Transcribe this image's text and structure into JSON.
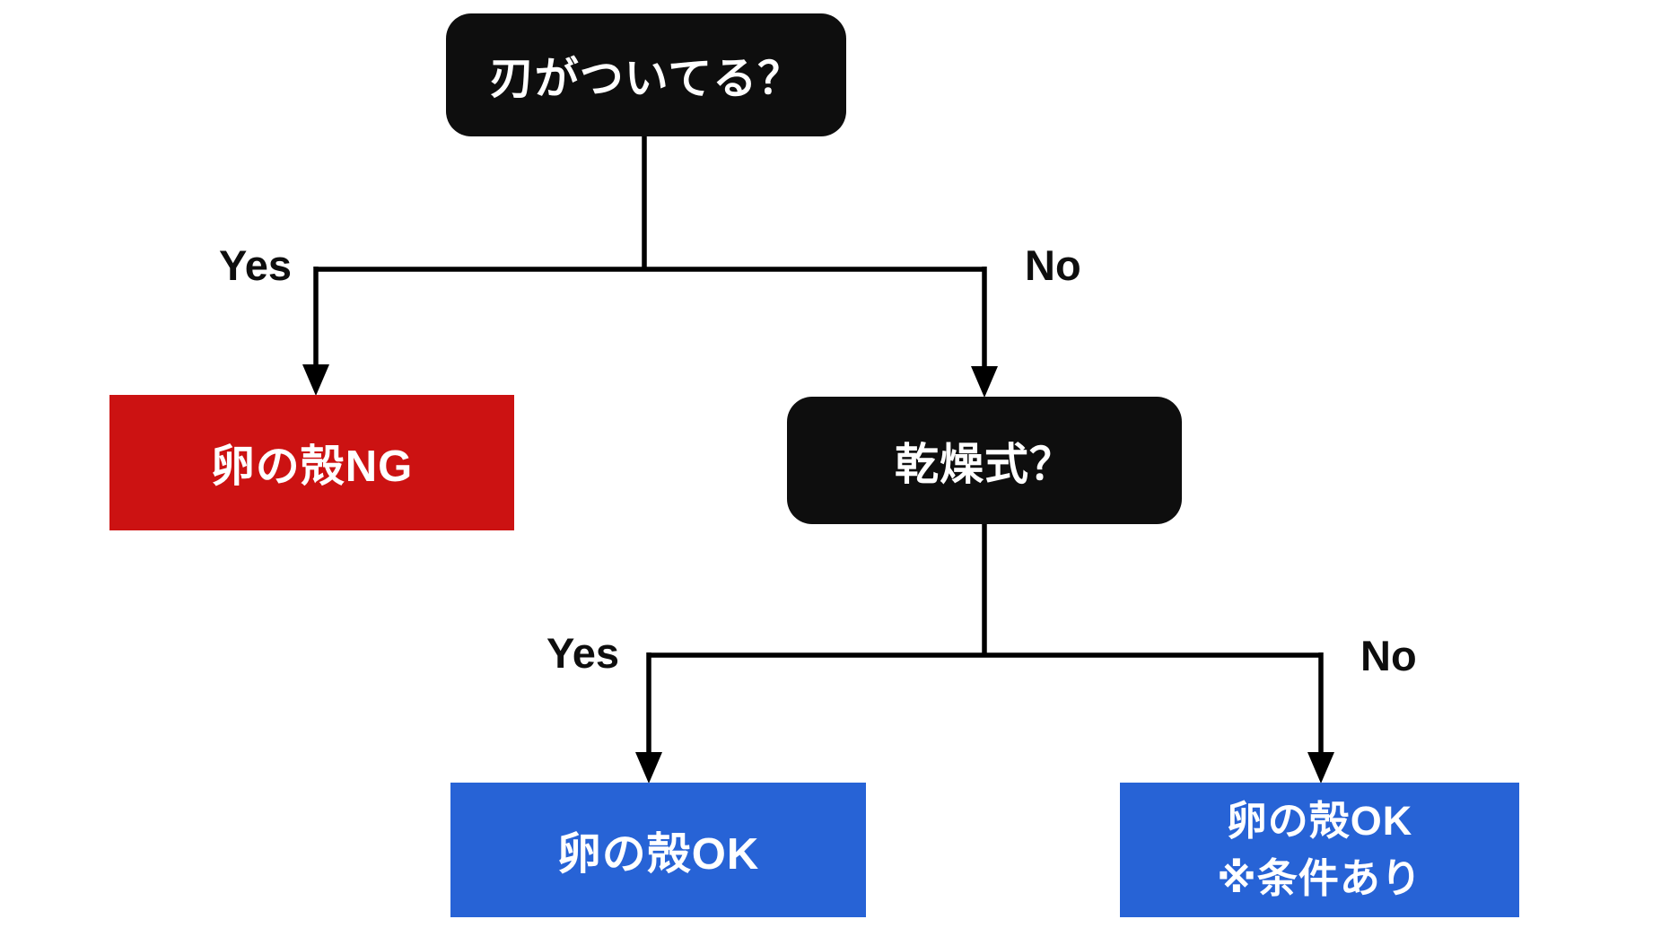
{
  "flowchart": {
    "nodes": {
      "root_question": "刃がついてる？",
      "ng_result": "卵の殻NG",
      "dry_question": "乾燥式？",
      "ok_result": "卵の殻OK",
      "ok_conditional_line1": "卵の殻OK",
      "ok_conditional_line2": "※条件あり"
    },
    "edges": {
      "root_yes": "Yes",
      "root_no": "No",
      "dry_yes": "Yes",
      "dry_no": "No"
    },
    "colors": {
      "question_box_bg": "#0e0e0e",
      "ng_box_bg": "#cc1212",
      "ok_box_bg": "#2763d6",
      "box_text": "#ffffff",
      "connector": "#000000",
      "edge_label_text": "#0e0e0e",
      "background": "#ffffff"
    }
  }
}
